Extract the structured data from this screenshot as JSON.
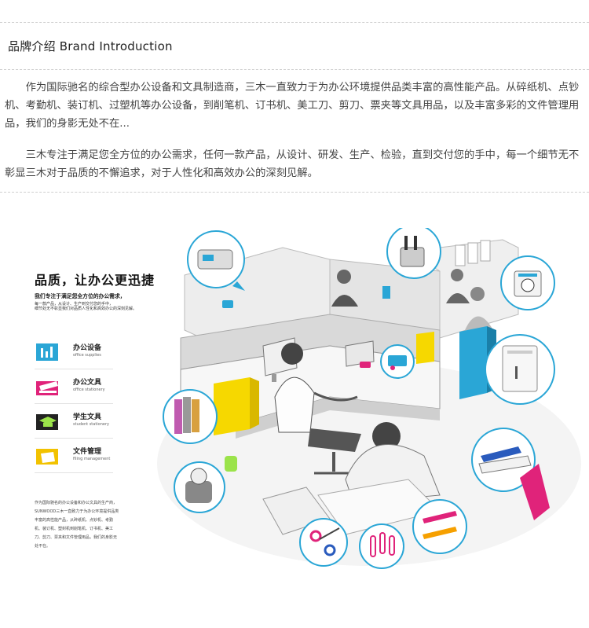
{
  "intro": {
    "title": "品牌介绍 Brand Introduction",
    "para1": "作为国际驰名的综合型办公设备和文具制造商，三木一直致力于为办公环境提供品类丰富的高性能产品。从碎纸机、点钞机、考勤机、装订机、过塑机等办公设备，到削笔机、订书机、美工刀、剪刀、票夹等文具用品，以及丰富多彩的文件管理用品，我们的身影无处不在...",
    "para2": "三木专注于满足您全方位的办公需求，任何一款产品，从设计、研发、生产、检验，直到交付您的手中，每一个细节无不彰显三木对于品质的不懈追求，对于人性化和高效办公的深刻见解。"
  },
  "poster": {
    "headline": "品质，让办公更迅捷",
    "subheadline": "我们专注于满足您全方位的办公需求，",
    "subtext1": "每一款产品，从设计、生产到交付您的手中，",
    "subtext2": "细节处无不彰显我们对品质人性化和高效办公的深刻见解。",
    "categories": [
      {
        "zh": "办公设备",
        "en": "office supplies",
        "icon": "office-equipment-icon",
        "color": "#2aa6d6"
      },
      {
        "zh": "办公文具",
        "en": "office stationery",
        "icon": "stapler-icon",
        "color": "#e0237a"
      },
      {
        "zh": "学生文具",
        "en": "student stationery",
        "icon": "graduation-cap-icon",
        "color": "#222222"
      },
      {
        "zh": "文件管理",
        "en": "filing management",
        "icon": "folder-icon",
        "color": "#f2c200"
      }
    ],
    "blurb": "作为国际驰名的办公设备和办公文具的生产商，SUNWOOD三木一直致力于为办公环境提供品类丰富的高性能产品，从碎纸机、点钞机、考勤机、装订机、塑封机到削笔机、订书机、美工刀、剪刀、票夹和文件管理用品，我们的身影无处不在。"
  },
  "colors": {
    "accent_blue": "#2aa6d6",
    "accent_pink": "#e0237a",
    "accent_yellow": "#f6d800",
    "accent_green": "#9be34a"
  }
}
